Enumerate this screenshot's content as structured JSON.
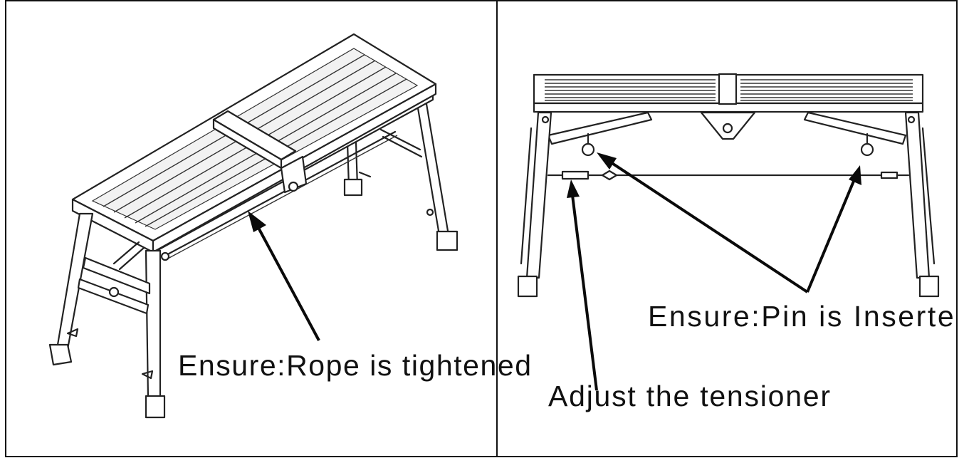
{
  "panels": [
    {
      "label": "Ensure:Rope is tightened"
    },
    {
      "label_pin": "Ensure:Pin is Inserted",
      "label_tensioner": "Adjust the tensioner"
    }
  ]
}
